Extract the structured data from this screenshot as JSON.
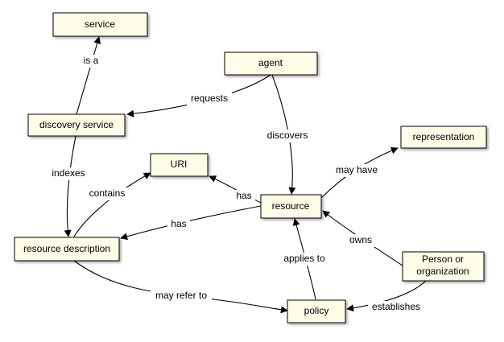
{
  "nodes": {
    "service": "service",
    "agent": "agent",
    "discovery_service": "discovery service",
    "representation": "representation",
    "uri": "URI",
    "resource": "resource",
    "resource_description": "resource description",
    "person_or_organization": [
      "Person or",
      "organization"
    ],
    "policy": "policy"
  },
  "edges": {
    "is_a": "is a",
    "requests": "requests",
    "discovers": "discovers",
    "indexes": "indexes",
    "contains": "contains",
    "has_uri": "has",
    "may_have": "may have",
    "has_description": "has",
    "owns": "owns",
    "applies_to": "applies to",
    "may_refer_to": "may refer to",
    "establishes": "establishes"
  }
}
